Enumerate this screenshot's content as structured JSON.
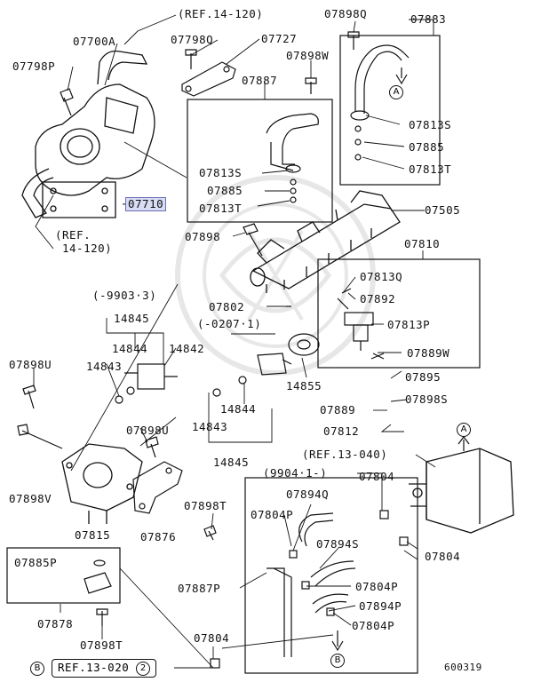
{
  "diagram": {
    "refs": {
      "ref_top": "(REF.14-120)",
      "ref_left_1": "(REF.",
      "ref_left_2": "14-120)",
      "ref_pump": "(REF.13-040)",
      "period_1": "(-9903·3)",
      "period_2": "(-0207·1)",
      "period_3": "(9904·1-)",
      "bottom_ref": "REF.13-020",
      "bottom_ref_num": "2"
    },
    "markers": {
      "a": "A",
      "b": "B"
    },
    "figure_number": "600319",
    "parts": {
      "p07898Q": "07898Q",
      "p07883": "07883",
      "p07700A": "07700A",
      "p07798Q": "07798Q",
      "p07727": "07727",
      "p07798P": "07798P",
      "p07898W": "07898W",
      "p07887_top": "07887",
      "p07813S_right": "07813S",
      "p07885_right": "07885",
      "p07813T_right": "07813T",
      "p07813S_mid": "07813S",
      "p07885_mid": "07885",
      "p07813T_mid": "07813T",
      "p07710": "07710",
      "p07505": "07505",
      "p07898_mid": "07898",
      "p07810": "07810",
      "p07813Q": "07813Q",
      "p07892": "07892",
      "p07813P": "07813P",
      "p07889W": "07889W",
      "p07802": "07802",
      "p14845_top": "14845",
      "p14844_top": "14844",
      "p14842": "14842",
      "p14843_top": "14843",
      "p14855": "14855",
      "p07898U_left": "07898U",
      "p07895": "07895",
      "p07898S": "07898S",
      "p14844_bot": "14844",
      "p07889": "07889",
      "p14843_bot": "14843",
      "p07812": "07812",
      "p07898U_mid": "07898U",
      "p14845_bot": "14845",
      "p07898V": "07898V",
      "p07804_top": "07804",
      "p07894Q": "07894Q",
      "p07804P_1": "07804P",
      "p07815": "07815",
      "p07876": "07876",
      "p07898T_mid": "07898T",
      "p07894S": "07894S",
      "p07804_right": "07804",
      "p07885P": "07885P",
      "p07887P": "07887P",
      "p07804P_2": "07804P",
      "p07894P": "07894P",
      "p07804P_3": "07804P",
      "p07878": "07878",
      "p07898T_bot": "07898T",
      "p07804_bot": "07804"
    }
  }
}
